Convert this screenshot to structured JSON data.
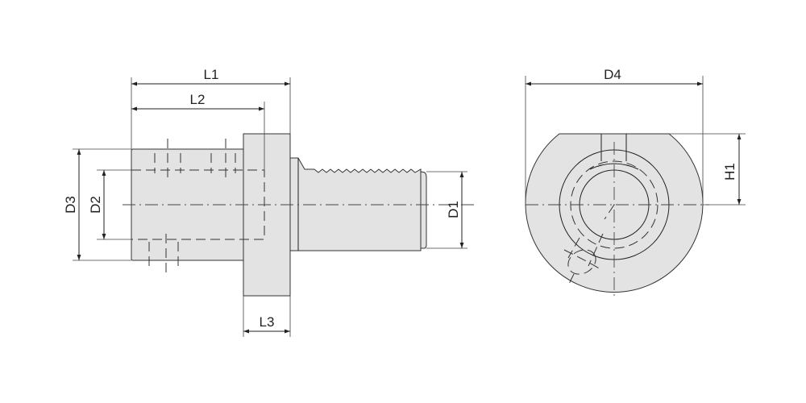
{
  "drawing": {
    "side_view": {
      "dimensions": {
        "L1": "L1",
        "L2": "L2",
        "L3": "L3",
        "D1": "D1",
        "D2": "D2",
        "D3": "D3"
      }
    },
    "front_view": {
      "dimensions": {
        "D4": "D4",
        "H1": "H1"
      }
    }
  }
}
